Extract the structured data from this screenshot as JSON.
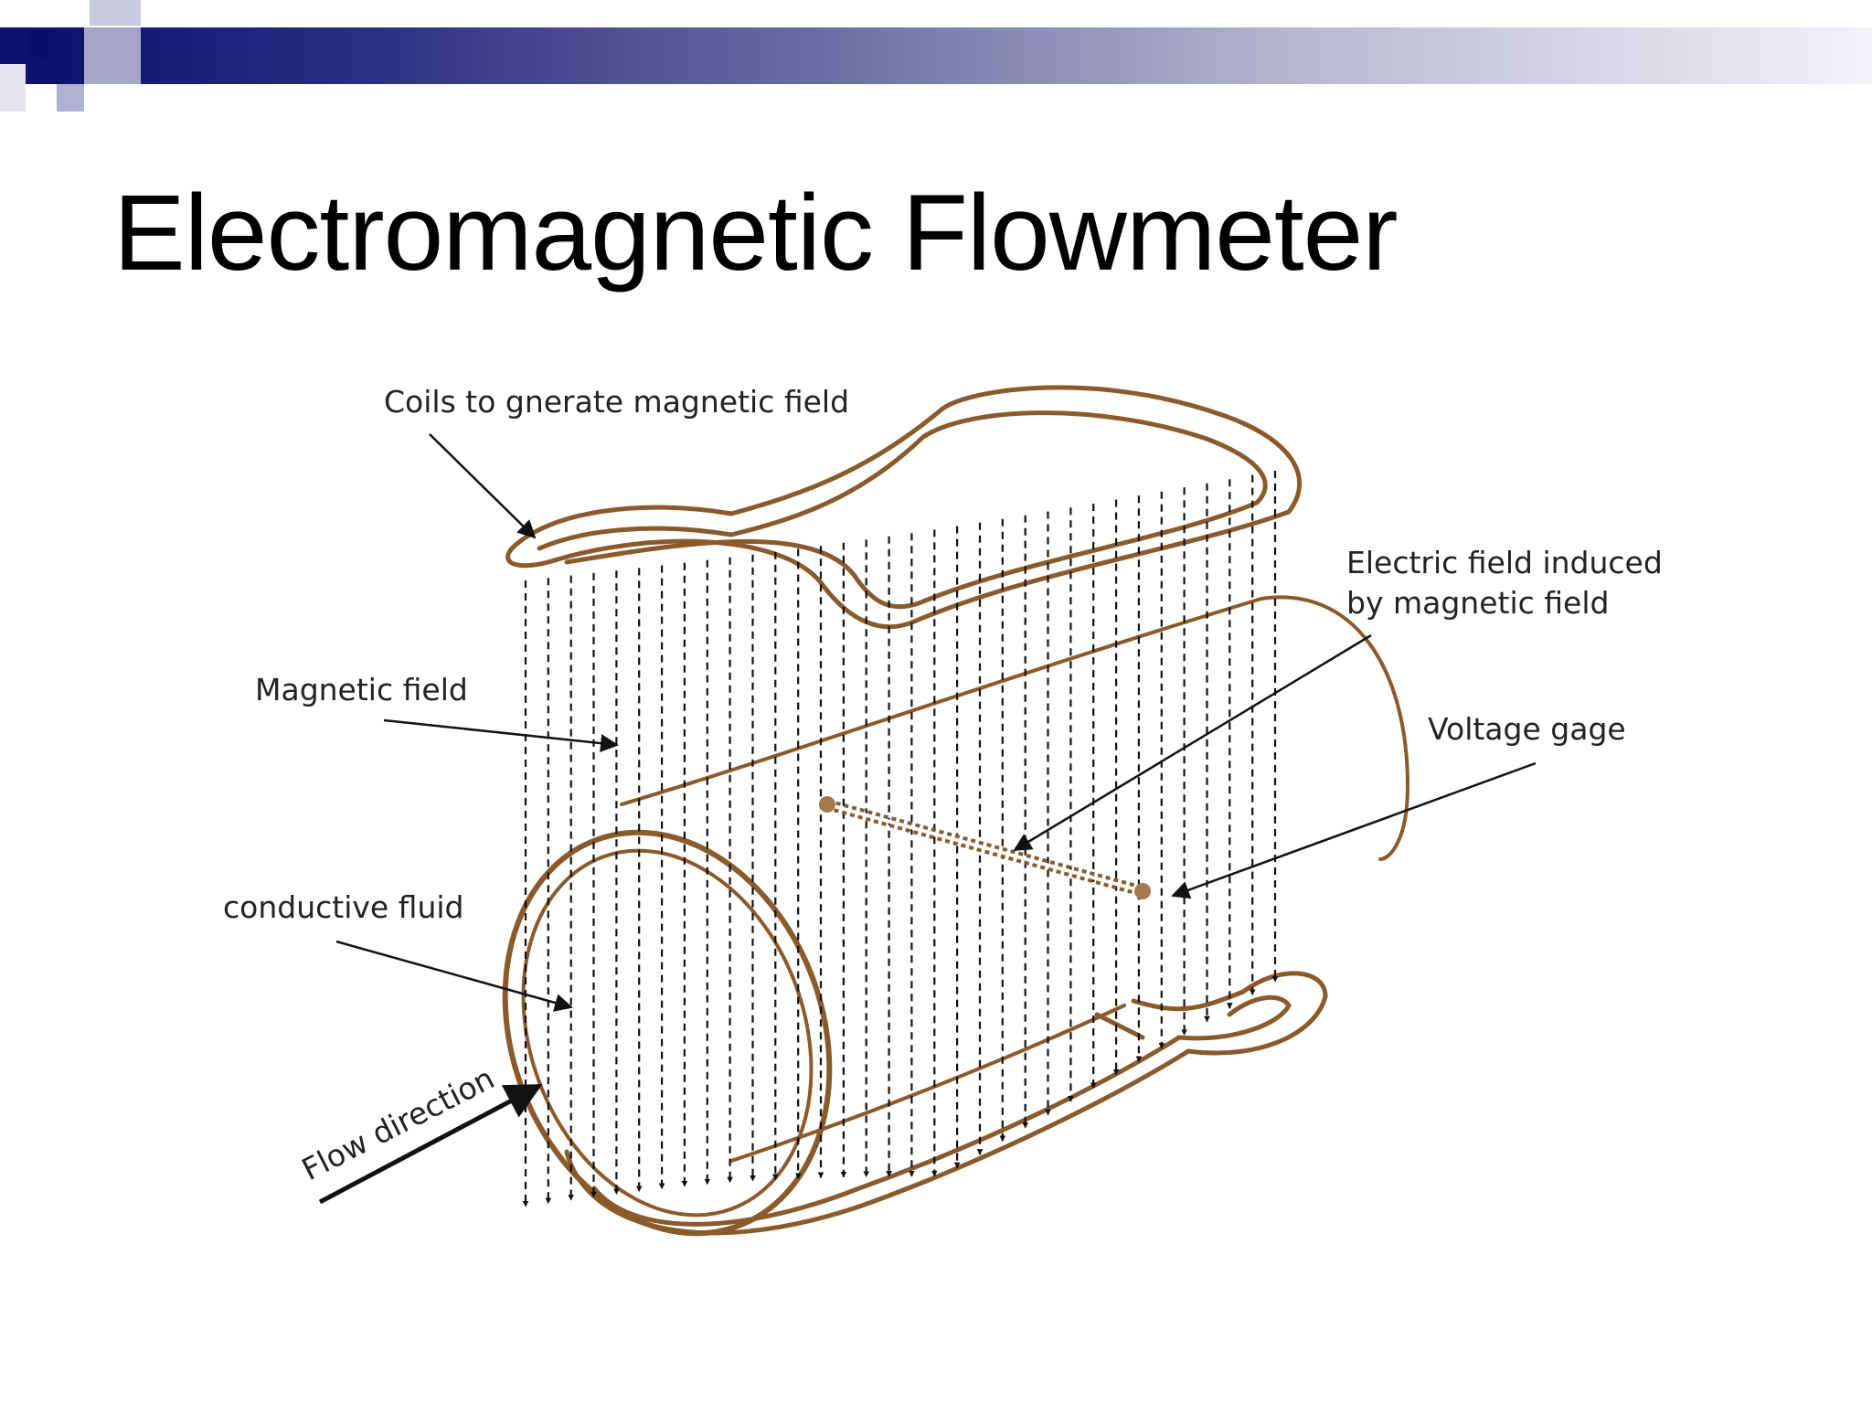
{
  "slide": {
    "title": "Electromagnetic Flowmeter"
  },
  "colors": {
    "banner_dark": "#0d0d6b",
    "accent_square": "#a6a6cc",
    "pipe_sketch": "#8a5a2b",
    "field_lines": "#111111"
  },
  "diagram": {
    "labels": {
      "coils": "Coils to gnerate magnetic field",
      "electric_field_line1": "Electric field induced",
      "electric_field_line2": "by magnetic field",
      "magnetic_field": "Magnetic field",
      "voltage_gage": "Voltage gage",
      "conductive_fluid": "conductive fluid",
      "flow_direction": "Flow direction"
    }
  }
}
